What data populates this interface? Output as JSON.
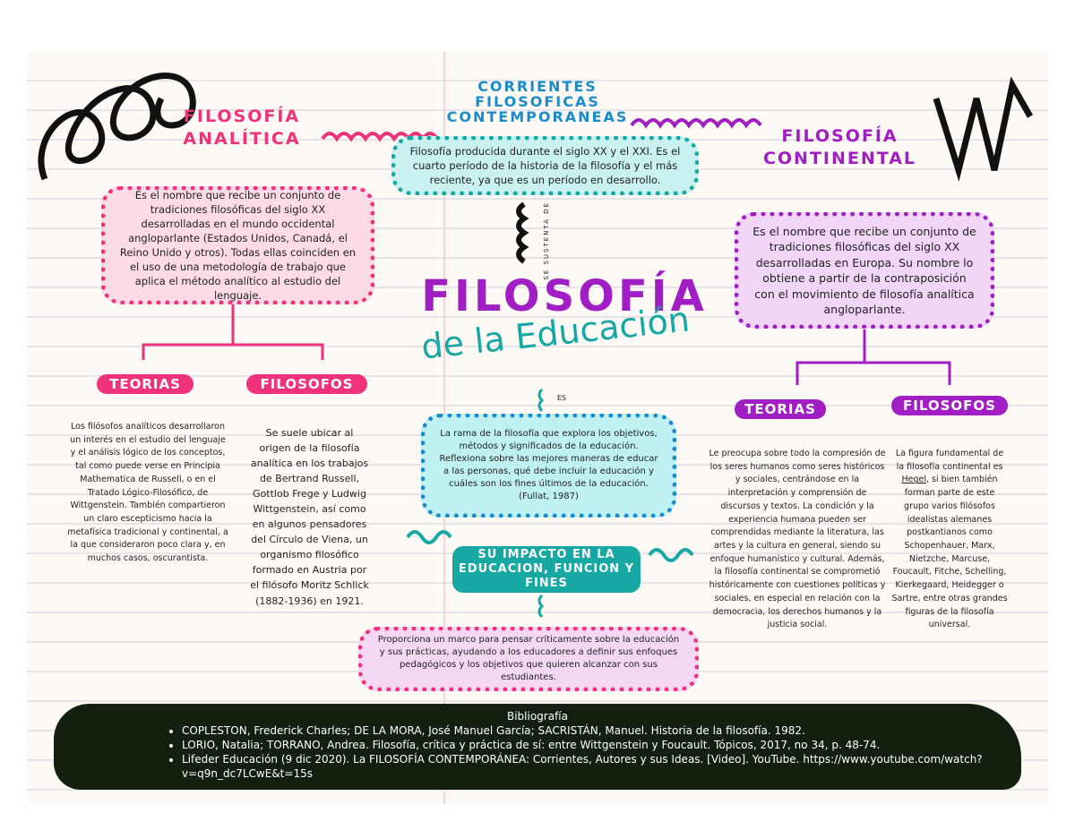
{
  "title": "CORRIENTES FILOSOFICAS CONTEMPORANEAS",
  "title_lines": [
    "CORRIENTES",
    "FILOSOFICAS",
    "CONTEMPORANEAS"
  ],
  "intro": "Filosofía producida durante el siglo XX y el XXI. Es el cuarto período de la historia de la filosofía y el más reciente, ya que es un período en desarrollo.",
  "center": {
    "main": "FILOSOFÍA",
    "sub": "de la Educación",
    "connector_top": "SE SUSTENTA DE",
    "connector_es": "ES",
    "definition": "La rama de la filosofía que explora los objetivos, métodos y significados de la educación. Reflexiona sobre las mejores maneras de educar a las personas, qué debe incluir la educación y cuáles son los fines últimos de la educación. (Fullat, 1987)",
    "impact_label": "SU IMPACTO EN LA EDUCACION, FUNCION Y FINES",
    "impact": "Proporciona un marco para pensar críticamente sobre la educación y sus prácticas, ayudando a los educadores a definir sus enfoques pedagógicos y los objetivos que quieren alcanzar con sus estudiantes."
  },
  "analitica": {
    "title_lines": [
      "FILOSOFÍA",
      "ANALÍTICA"
    ],
    "definition": "Es el nombre que recibe un conjunto de tradiciones filosóficas del siglo XX desarrolladas en el mundo occidental angloparlante (Estados Unidos, Canadá, el Reino Unido y otros). Todas ellas coinciden en el uso de una metodología de trabajo que aplica el método analítico al estudio del lenguaje.",
    "teorias_label": "TEORIAS",
    "filosofos_label": "FILOSOFOS",
    "teorias": "Los filósofos analíticos desarrollaron un interés en el estudio del lenguaje y el análisis lógico de los conceptos, tal como puede verse en Principia Mathematica de Russell, o en el Tratado Lógico-Filosófico, de Wittgenstein. También compartieron un claro escepticismo hacia la metafísica tradicional y continental, a la que consideraron poco clara y, en muchos casos, oscurantista.",
    "filosofos": "Se suele ubicar al origen de la filosofía analítica en los trabajos de Bertrand Russell, Gottlob Frege y Ludwig Wittgenstein, así como en algunos pensadores del Círculo de Viena, un organismo filosófico formado en Austria por el filósofo Moritz Schlick (1882-1936) en 1921."
  },
  "continental": {
    "title_lines": [
      "FILOSOFÍA",
      "CONTINENTAL"
    ],
    "definition": "Es el nombre que recibe un conjunto de tradiciones filosóficas del siglo XX desarrolladas en Europa. Su nombre lo obtiene a partir de la contraposición con el movimiento de filosofía analítica angloparlante.",
    "teorias_label": "TEORIAS",
    "filosofos_label": "FILOSOFOS",
    "teorias": "Le preocupa sobre todo la compresión de los seres humanos como seres históricos y sociales, centrándose en la interpretación y comprensión de discursos y textos. La condición y la experiencia humana pueden ser comprendidas mediante la literatura, las artes y la cultura en general, siendo su enfoque humanístico y cultural. Además, la filosofía continental se comprometió históricamente con cuestiones políticas y sociales, en especial en relación con la democracia, los derechos humanos y la justicia social.",
    "filosofos_pre": "La figura fundamental de la filosofía continental es ",
    "filosofos_link": "Hegel",
    "filosofos_post": ", si bien también forman parte de este grupo varios filósofos idealistas alemanes postkantianos como Schopenhauer, Marx, Nietzche, Marcuse, Foucault, Fitche, Schelling, Kierkegaard, Heidegger o Sartre, entre otras grandes figuras de la filosofía universal."
  },
  "bibliography": {
    "title": "Bibliografía",
    "items": [
      "COPLESTON, Frederick Charles; DE LA MORA, José Manuel García; SACRISTÁN, Manuel. Historia de la filosofía. 1982.",
      "LORIO, Natalia; TORRANO, Andrea. Filosofía, crítica y práctica de sí: entre Wittgenstein y Foucault. Tópicos, 2017, no 34, p. 48-74.",
      "Lifeder Educación (9 dic 2020). La FILOSOFÍA CONTEMPORÁNEA: Corrientes, Autores y sus Ideas. [Video]. YouTube. https://www.youtube.com/watch?v=q9n_dc7LCwE&t=15s"
    ]
  },
  "colors": {
    "pink": "#f0327a",
    "purple": "#a11dc4",
    "blue": "#1a8ccc",
    "teal": "#17a8a4",
    "dark": "#13200f"
  }
}
